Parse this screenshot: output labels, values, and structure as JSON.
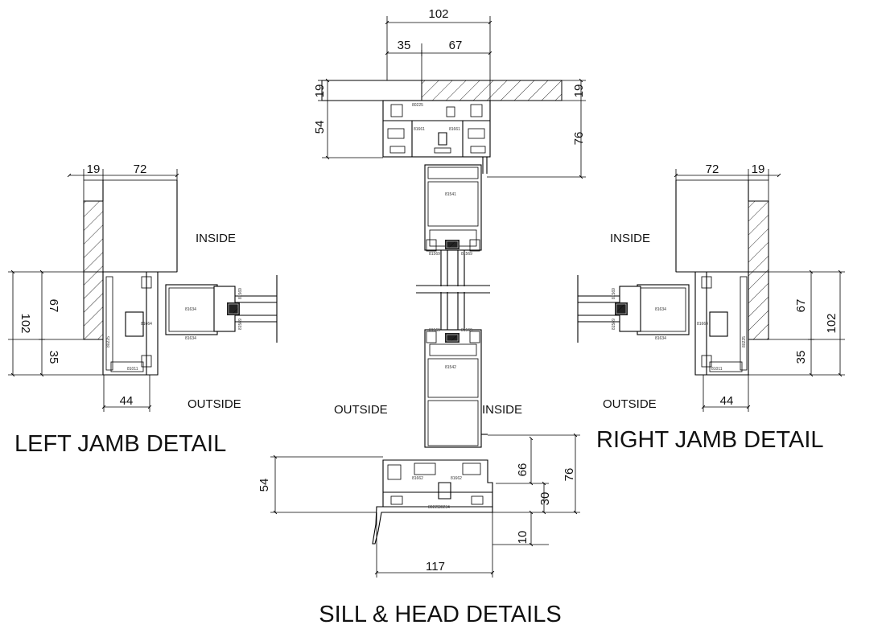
{
  "titles": {
    "left": "LEFT JAMB DETAIL",
    "right": "RIGHT JAMB DETAIL",
    "bottom": "SILL & HEAD DETAILS"
  },
  "labels": {
    "inside": "INSIDE",
    "outside": "OUTSIDE"
  },
  "head": {
    "dims": {
      "overall": "102",
      "left": "35",
      "right": "67",
      "wall_left": "19",
      "wall_right": "19",
      "height_left": "54",
      "height_right": "76"
    },
    "parts": [
      "80225",
      "81661",
      "81661"
    ]
  },
  "left_jamb": {
    "dims": {
      "wall": "19",
      "frame": "72",
      "total": "102",
      "upper": "67",
      "lower": "35",
      "bottom": "44"
    },
    "parts": [
      "81634",
      "81634",
      "81664",
      "81569",
      "81569",
      "80225",
      "81011"
    ]
  },
  "right_jamb": {
    "dims": {
      "frame": "72",
      "wall": "19",
      "upper": "67",
      "total": "102",
      "lower": "35",
      "bottom": "44"
    },
    "parts": [
      "81634",
      "81634",
      "81664",
      "81569",
      "81569",
      "80225",
      "81011"
    ]
  },
  "center": {
    "parts": [
      "81541",
      "81569",
      "81569",
      "81569",
      "81569",
      "81542"
    ]
  },
  "sill": {
    "dims": {
      "height_left": "54",
      "inner": "66",
      "outer": "76",
      "lower": "30",
      "nose": "10",
      "width": "117"
    },
    "parts": [
      "81662",
      "81662",
      "80225",
      "80234"
    ]
  }
}
